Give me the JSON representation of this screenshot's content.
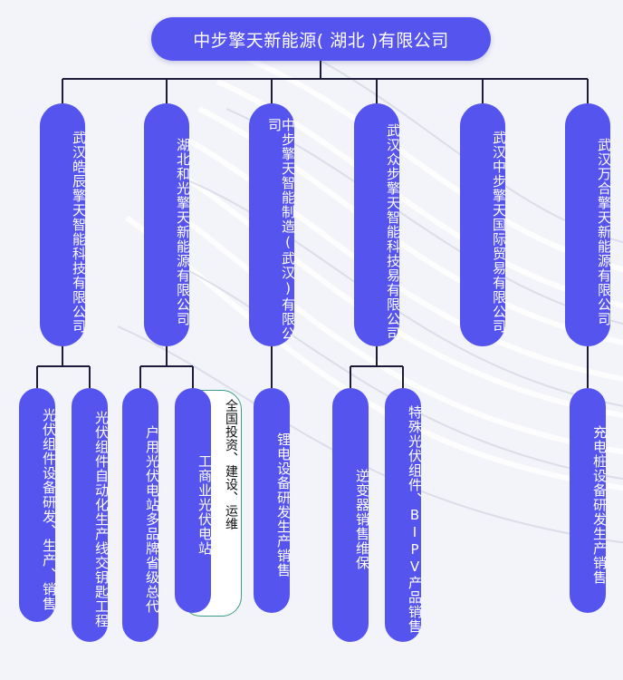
{
  "root": {
    "label": "中步擎天新能源( 湖北 )有限公司"
  },
  "companies": [
    {
      "label": "武汉皓辰擎天智能科技有限公司"
    },
    {
      "label": "湖北和光擎天新能源有限公司"
    },
    {
      "label": "中步擎天智能制造(武汉)有限公司"
    },
    {
      "label": "武汉众步擎天智能科技易有限公司"
    },
    {
      "label": "武汉中步擎天国际贸易有限公司"
    },
    {
      "label": "武汉万合擎天新能源有限公司"
    }
  ],
  "businesses": [
    {
      "label": "光伏组件设备研发、生产、销售"
    },
    {
      "label": "光伏组件自动化生产线交钥匙工程"
    },
    {
      "label": "户用光伏电站多品牌省级总代"
    },
    {
      "label": "工商业光伏电站"
    },
    {
      "label": "锂电设备研发生产销售"
    },
    {
      "label": "逆变器销售维保"
    },
    {
      "label": "特殊光伏组件、BIPV产品销售"
    },
    {
      "label": "充电桩设备研发生产销售"
    }
  ],
  "note": {
    "label": "全国投资、建设、运维"
  },
  "colors": {
    "node": "#5654ee",
    "line": "#1c1c3a",
    "note_border": "#3b9a88"
  }
}
